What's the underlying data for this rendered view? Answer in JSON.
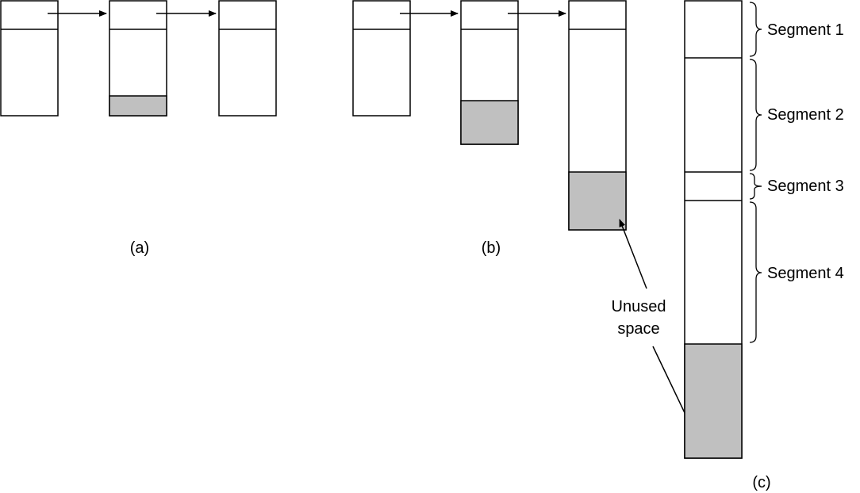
{
  "colors": {
    "unused_fill": "#c0c0c0",
    "stroke": "#000000",
    "background": "#ffffff"
  },
  "labels": {
    "panel_a": "(a)",
    "panel_b": "(b)",
    "panel_c": "(c)",
    "unused_line1": "Unused",
    "unused_line2": "space",
    "segment1": "Segment 1",
    "segment2": "Segment 2",
    "segment3": "Segment 3",
    "segment4": "Segment 4"
  }
}
